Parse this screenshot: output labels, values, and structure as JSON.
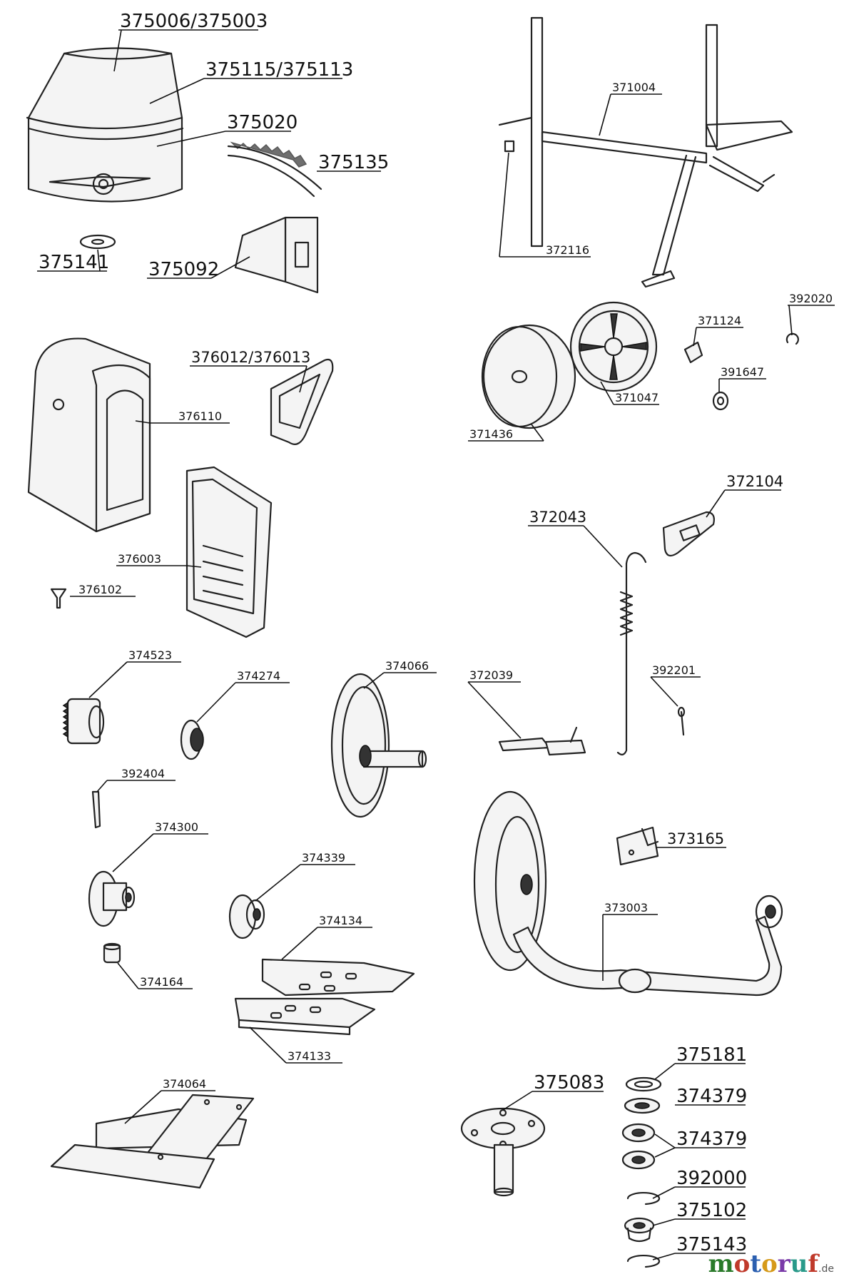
{
  "parts": {
    "p375006": "375006/375003",
    "p375115": "375115/375113",
    "p375020": "375020",
    "p375135": "375135",
    "p375141": "375141",
    "p375092": "375092",
    "p371004": "371004",
    "p372116": "372116",
    "p392020": "392020",
    "p371124": "371124",
    "p391647": "391647",
    "p371047": "371047",
    "p371436": "371436",
    "p376012": "376012/376013",
    "p376110": "376110",
    "p376003": "376003",
    "p376102": "376102",
    "p372104": "372104",
    "p372043": "372043",
    "p374523": "374523",
    "p374274": "374274",
    "p374066": "374066",
    "p372039": "372039",
    "p392201": "392201",
    "p392404": "392404",
    "p374300": "374300",
    "p374339": "374339",
    "p373165": "373165",
    "p373003": "373003",
    "p374134": "374134",
    "p374164": "374164",
    "p374133": "374133",
    "p374064": "374064",
    "p375083": "375083",
    "p375181": "375181",
    "p374379a": "374379",
    "p374379b": "374379",
    "p392000": "392000",
    "p375102": "375102",
    "p375143": "375143"
  },
  "logo": {
    "m": "m",
    "o1": "o",
    "t": "t",
    "o2": "o",
    "r": "r",
    "u": "u",
    "f": "f",
    "de": ".de"
  }
}
